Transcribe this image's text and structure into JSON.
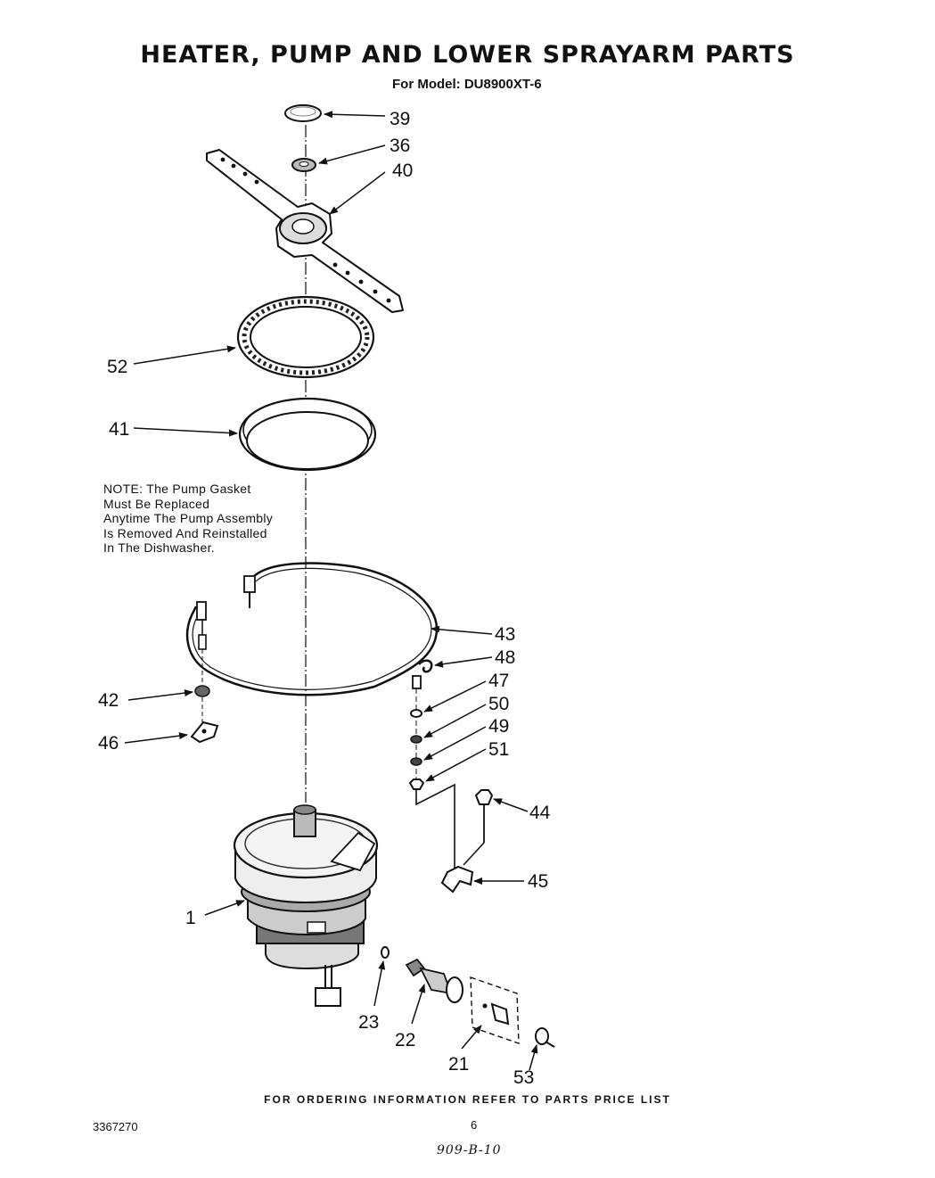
{
  "title": "HEATER, PUMP AND LOWER SPRAYARM PARTS",
  "subtitle": "For Model: DU8900XT-6",
  "note": {
    "lines": [
      "NOTE: The Pump Gasket",
      "Must Be Replaced",
      "Anytime The Pump Assembly",
      "Is Removed And Reinstalled",
      "In The Dishwasher."
    ]
  },
  "callouts": {
    "p39": "39",
    "p36": "36",
    "p40": "40",
    "p52": "52",
    "p41": "41",
    "p43": "43",
    "p48": "48",
    "p47": "47",
    "p50": "50",
    "p49": "49",
    "p51": "51",
    "p42": "42",
    "p46": "46",
    "p44": "44",
    "p45": "45",
    "p1": "1",
    "p23": "23",
    "p22": "22",
    "p21": "21",
    "p53": "53"
  },
  "footer": "FOR ORDERING INFORMATION REFER TO PARTS PRICE LIST",
  "doc_number": "3367270",
  "page_number": "6",
  "handwritten_note": "909-B-10"
}
